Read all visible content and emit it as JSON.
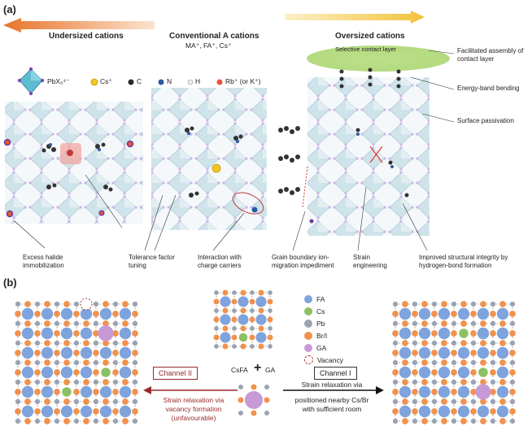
{
  "panel_a": {
    "label": "(a)",
    "headers": {
      "undersized": "Undersized cations",
      "conventional": "Conventional A cations",
      "conventional_sub": "MA⁺, FA⁺, Cs⁺",
      "oversized": "Oversized cations"
    },
    "contact_layer": "Selective contact layer",
    "legend": {
      "pbx6": "PbX₆⁴⁻",
      "cs": "Cs⁺",
      "c": "C",
      "n": "N",
      "h": "H",
      "rb": "Rb⁺ (or K⁺)"
    },
    "right_notes": [
      "Facilitated assembly of contact layer",
      "Energy-band bending",
      "Surface passivation"
    ],
    "bottom_notes": [
      "Excess halide immobilization",
      "Tolerance factor tuning",
      "Interaction with charge carriers",
      "Grain boundary ion-migration impediment",
      "Strain engineering",
      "Improved structural integrity by hydrogen-bond formation"
    ]
  },
  "panel_b": {
    "label": "(b)",
    "legend": [
      {
        "name": "FA",
        "color": "#7fa3dc"
      },
      {
        "name": "Cs",
        "color": "#8dc063"
      },
      {
        "name": "Pb",
        "color": "#9aa3b2"
      },
      {
        "name": "Br/I",
        "color": "#f0924e"
      },
      {
        "name": "GA",
        "color": "#c79ad6"
      },
      {
        "name": "Vacancy",
        "color": "#b03a3a"
      }
    ],
    "csfa": "CsFA",
    "plus": "+",
    "ga": "GA",
    "channel2": {
      "title": "Channel II",
      "line1": "Strain relaxation via",
      "line2": "vacancy formation",
      "line3": "(unfavourable)"
    },
    "channel1": {
      "title": "Channel I",
      "line1": "Strain relaxation via",
      "line2": "positioned nearby Cs/Br",
      "line3": "with sufficient room"
    }
  },
  "colors": {
    "arrow_left": "#e8742a",
    "arrow_right": "#f2c23a",
    "contact_layer": "#a7d46a",
    "channel2": "#9a2a2a",
    "octahedron": "#cfe3ea"
  }
}
